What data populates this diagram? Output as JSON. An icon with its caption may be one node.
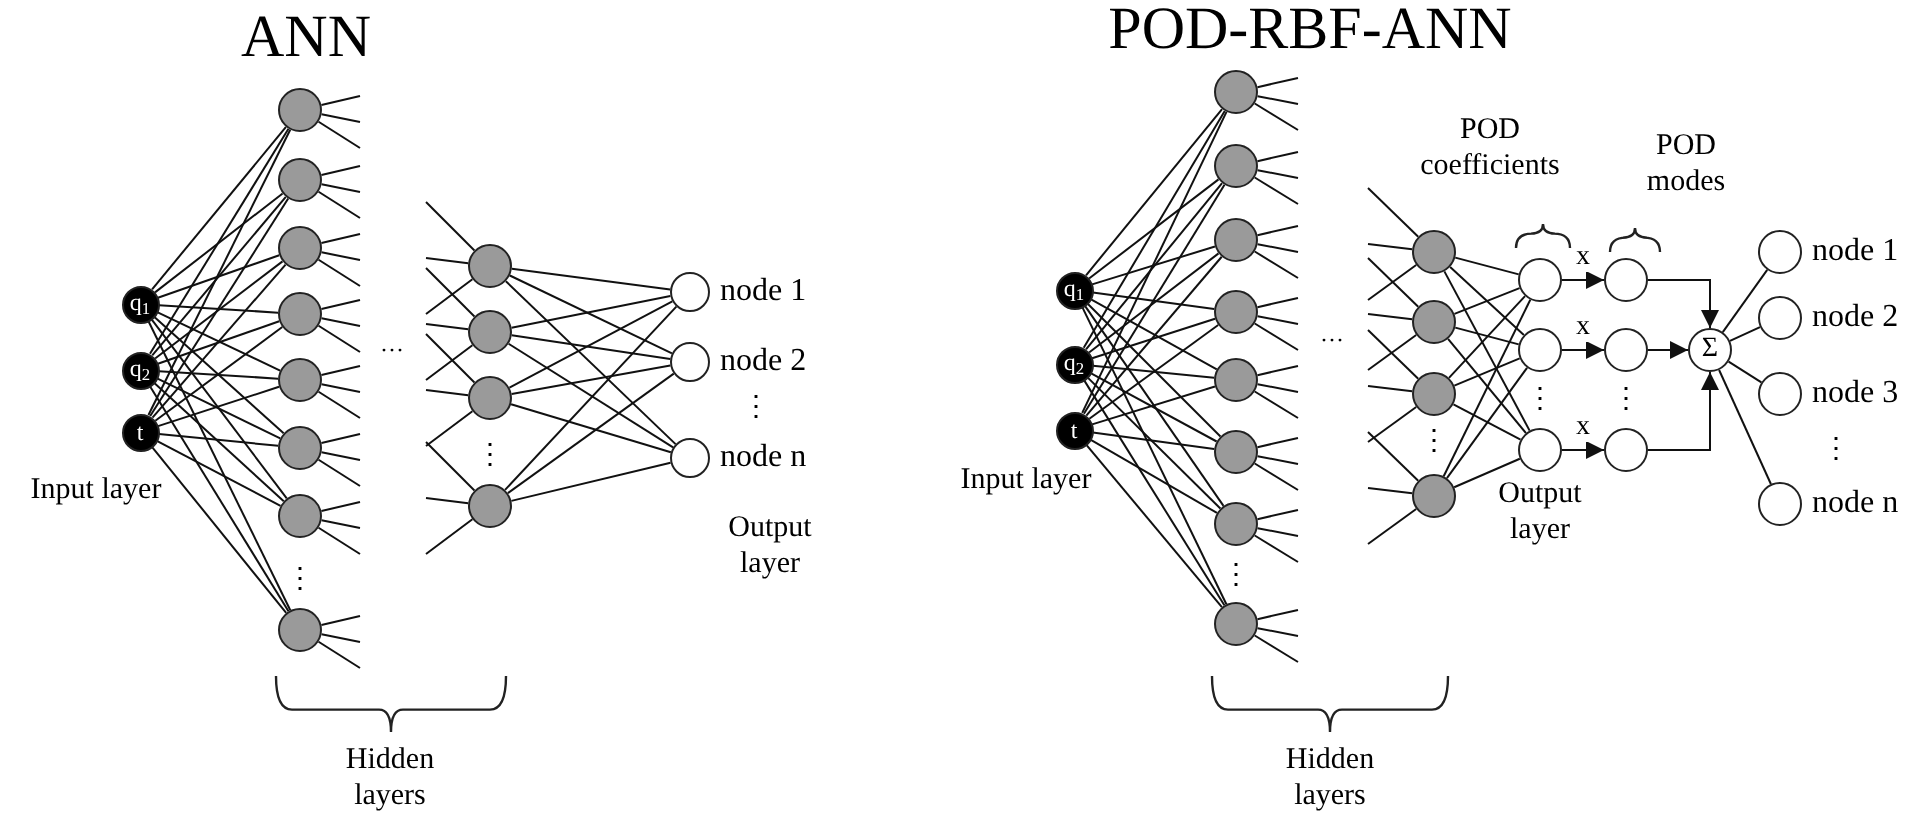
{
  "diagram": {
    "nodes": [
      {
        "text": [
          "q$_{1}$"
        ]
      },
      {
        "text": [
          "q$_{2}$"
        ]
      },
      {
        "text": [
          "t"
        ]
      },
      {
        "text": [],
        "shape": "circle"
      },
      {
        "text": [],
        "shape": "circle"
      },
      {
        "text": [],
        "shape": "circle"
      },
      {
        "text": [],
        "shape": "circle"
      },
      {
        "text": [],
        "shape": "circle"
      },
      {
        "text": [],
        "shape": "circle"
      },
      {
        "text": [],
        "shape": "circle"
      },
      {
        "text": [],
        "shape": "circle"
      },
      {
        "text": [],
        "shape": "circle"
      },
      {
        "text": [],
        "shape": "circle"
      },
      {
        "text": [],
        "shape": "circle"
      },
      {
        "text": [],
        "shape": "circle"
      },
      {
        "text": [],
        "shape": "circle",
        "beside": [
          "node 1"
        ]
      },
      {
        "text": [],
        "shape": "circle",
        "beside": [
          "node 2"
        ]
      },
      {
        "text": [],
        "shape": "circle",
        "beside": [
          "node n"
        ]
      },
      {
        "text": [
          "q$_{1}$"
        ]
      },
      {
        "text": [
          "q$_{2}$"
        ]
      },
      {
        "text": [
          "t"
        ]
      },
      {
        "text": [],
        "shape": "circle"
      },
      {
        "text": [],
        "shape": "circle"
      },
      {
        "text": [],
        "shape": "circle"
      },
      {
        "text": [],
        "shape": "circle"
      },
      {
        "text": [],
        "shape": "circle"
      },
      {
        "text": [],
        "shape": "circle"
      },
      {
        "text": [],
        "shape": "circle"
      },
      {
        "text": [],
        "shape": "circle"
      },
      {
        "text": [],
        "shape": "circle"
      },
      {
        "text": [],
        "shape": "circle"
      },
      {
        "text": [],
        "shape": "circle"
      },
      {
        "text": [],
        "shape": "circle"
      },
      {
        "text": [],
        "shape": "circle"
      },
      {
        "text": [],
        "shape": "circle"
      },
      {
        "text": [],
        "shape": "circle"
      },
      {
        "text": [],
        "shape": "circle"
      },
      {
        "text": [],
        "shape": "circle"
      },
      {
        "text": [],
        "shape": "circle"
      },
      {
        "text": [
          "Σ"
        ]
      },
      {
        "text": [],
        "shape": "circle",
        "beside": [
          "node 1"
        ]
      },
      {
        "text": [],
        "shape": "circle",
        "beside": [
          "node 2"
        ]
      },
      {
        "text": [],
        "shape": "circle",
        "beside": [
          "node 3"
        ]
      },
      {
        "text": [],
        "shape": "circle",
        "beside": [
          "node n"
        ]
      }
    ],
    "edges": [
      {
        "from": 0,
        "to": 3,
        "arrow": "none"
      },
      {
        "from": 0,
        "to": 4,
        "arrow": "none"
      },
      {
        "from": 0,
        "to": 5,
        "arrow": "none"
      },
      {
        "from": 0,
        "to": 6,
        "arrow": "none"
      },
      {
        "from": 0,
        "to": 7,
        "arrow": "none"
      },
      {
        "from": 0,
        "to": 8,
        "arrow": "none"
      },
      {
        "from": 0,
        "to": 9,
        "arrow": "none"
      },
      {
        "from": 0,
        "to": 10,
        "arrow": "none"
      },
      {
        "from": 1,
        "to": 3,
        "arrow": "none"
      },
      {
        "from": 1,
        "to": 4,
        "arrow": "none"
      },
      {
        "from": 1,
        "to": 5,
        "arrow": "none"
      },
      {
        "from": 1,
        "to": 6,
        "arrow": "none"
      },
      {
        "from": 1,
        "to": 7,
        "arrow": "none"
      },
      {
        "from": 1,
        "to": 8,
        "arrow": "none"
      },
      {
        "from": 1,
        "to": 9,
        "arrow": "none"
      },
      {
        "from": 1,
        "to": 10,
        "arrow": "none"
      },
      {
        "from": 2,
        "to": 3,
        "arrow": "none"
      },
      {
        "from": 2,
        "to": 4,
        "arrow": "none"
      },
      {
        "from": 2,
        "to": 5,
        "arrow": "none"
      },
      {
        "from": 2,
        "to": 6,
        "arrow": "none"
      },
      {
        "from": 2,
        "to": 7,
        "arrow": "none"
      },
      {
        "from": 2,
        "to": 8,
        "arrow": "none"
      },
      {
        "from": 2,
        "to": 9,
        "arrow": "none"
      },
      {
        "from": 2,
        "to": 10,
        "arrow": "none"
      },
      {
        "from": 3,
        "to": null,
        "arrow": "none"
      },
      {
        "from": 3,
        "to": null,
        "arrow": "none"
      },
      {
        "from": 3,
        "to": null,
        "arrow": "none"
      },
      {
        "from": 4,
        "to": null,
        "arrow": "none"
      },
      {
        "from": 4,
        "to": null,
        "arrow": "none"
      },
      {
        "from": 4,
        "to": null,
        "arrow": "none"
      },
      {
        "from": 5,
        "to": null,
        "arrow": "none"
      },
      {
        "from": 5,
        "to": null,
        "arrow": "none"
      },
      {
        "from": 5,
        "to": null,
        "arrow": "none"
      },
      {
        "from": 6,
        "to": null,
        "arrow": "none"
      },
      {
        "from": 6,
        "to": null,
        "arrow": "none"
      },
      {
        "from": 6,
        "to": null,
        "arrow": "none"
      },
      {
        "from": 7,
        "to": null,
        "arrow": "none"
      },
      {
        "from": 7,
        "to": null,
        "arrow": "none"
      },
      {
        "from": 7,
        "to": null,
        "arrow": "none"
      },
      {
        "from": 8,
        "to": null,
        "arrow": "none"
      },
      {
        "from": 8,
        "to": null,
        "arrow": "none"
      },
      {
        "from": 8,
        "to": null,
        "arrow": "none"
      },
      {
        "from": 9,
        "to": null,
        "arrow": "none"
      },
      {
        "from": 9,
        "to": null,
        "arrow": "none"
      },
      {
        "from": 9,
        "to": null,
        "arrow": "none"
      },
      {
        "from": 10,
        "to": null,
        "arrow": "none"
      },
      {
        "from": 10,
        "to": null,
        "arrow": "none"
      },
      {
        "from": 10,
        "to": null,
        "arrow": "none"
      },
      {
        "from": null,
        "to": 11,
        "arrow": "none"
      },
      {
        "from": null,
        "to": 11,
        "arrow": "none"
      },
      {
        "from": null,
        "to": 11,
        "arrow": "none"
      },
      {
        "from": null,
        "to": 12,
        "arrow": "none"
      },
      {
        "from": null,
        "to": 12,
        "arrow": "none"
      },
      {
        "from": null,
        "to": 12,
        "arrow": "none"
      },
      {
        "from": null,
        "to": 13,
        "arrow": "none"
      },
      {
        "from": null,
        "to": 13,
        "arrow": "none"
      },
      {
        "from": null,
        "to": 13,
        "arrow": "none"
      },
      {
        "from": null,
        "to": 14,
        "arrow": "none"
      },
      {
        "from": null,
        "to": 14,
        "arrow": "none"
      },
      {
        "from": null,
        "to": 14,
        "arrow": "none"
      },
      {
        "from": 11,
        "to": 15,
        "arrow": "none"
      },
      {
        "from": 11,
        "to": 16,
        "arrow": "none"
      },
      {
        "from": 11,
        "to": 17,
        "arrow": "none"
      },
      {
        "from": 12,
        "to": 15,
        "arrow": "none"
      },
      {
        "from": 12,
        "to": 16,
        "arrow": "none"
      },
      {
        "from": 12,
        "to": 17,
        "arrow": "none"
      },
      {
        "from": 13,
        "to": 15,
        "arrow": "none"
      },
      {
        "from": 13,
        "to": 16,
        "arrow": "none"
      },
      {
        "from": 13,
        "to": 17,
        "arrow": "none"
      },
      {
        "from": 14,
        "to": 15,
        "arrow": "none"
      },
      {
        "from": 14,
        "to": 16,
        "arrow": "none"
      },
      {
        "from": 14,
        "to": 17,
        "arrow": "none"
      },
      {
        "from": 18,
        "to": 21,
        "arrow": "none"
      },
      {
        "from": 18,
        "to": 22,
        "arrow": "none"
      },
      {
        "from": 18,
        "to": 23,
        "arrow": "none"
      },
      {
        "from": 18,
        "to": 24,
        "arrow": "none"
      },
      {
        "from": 18,
        "to": 25,
        "arrow": "none"
      },
      {
        "from": 18,
        "to": 26,
        "arrow": "none"
      },
      {
        "from": 18,
        "to": 27,
        "arrow": "none"
      },
      {
        "from": 18,
        "to": 28,
        "arrow": "none"
      },
      {
        "from": 19,
        "to": 21,
        "arrow": "none"
      },
      {
        "from": 19,
        "to": 22,
        "arrow": "none"
      },
      {
        "from": 19,
        "to": 23,
        "arrow": "none"
      },
      {
        "from": 19,
        "to": 24,
        "arrow": "none"
      },
      {
        "from": 19,
        "to": 25,
        "arrow": "none"
      },
      {
        "from": 19,
        "to": 26,
        "arrow": "none"
      },
      {
        "from": 19,
        "to": 27,
        "arrow": "none"
      },
      {
        "from": 19,
        "to": 28,
        "arrow": "none"
      },
      {
        "from": 20,
        "to": 21,
        "arrow": "none"
      },
      {
        "from": 20,
        "to": 22,
        "arrow": "none"
      },
      {
        "from": 20,
        "to": 23,
        "arrow": "none"
      },
      {
        "from": 20,
        "to": 24,
        "arrow": "none"
      },
      {
        "from": 20,
        "to": 25,
        "arrow": "none"
      },
      {
        "from": 20,
        "to": 26,
        "arrow": "none"
      },
      {
        "from": 20,
        "to": 27,
        "arrow": "none"
      },
      {
        "from": 20,
        "to": 28,
        "arrow": "none"
      },
      {
        "from": 21,
        "to": null,
        "arrow": "none"
      },
      {
        "from": 21,
        "to": null,
        "arrow": "none"
      },
      {
        "from": 21,
        "to": null,
        "arrow": "none"
      },
      {
        "from": 22,
        "to": null,
        "arrow": "none"
      },
      {
        "from": 22,
        "to": null,
        "arrow": "none"
      },
      {
        "from": 22,
        "to": null,
        "arrow": "none"
      },
      {
        "from": 23,
        "to": null,
        "arrow": "none"
      },
      {
        "from": 23,
        "to": null,
        "arrow": "none"
      },
      {
        "from": 23,
        "to": null,
        "arrow": "none"
      },
      {
        "from": 24,
        "to": null,
        "arrow": "none"
      },
      {
        "from": 24,
        "to": null,
        "arrow": "none"
      },
      {
        "from": 24,
        "to": null,
        "arrow": "none"
      },
      {
        "from": 25,
        "to": null,
        "arrow": "none"
      },
      {
        "from": 25,
        "to": null,
        "arrow": "none"
      },
      {
        "from": 25,
        "to": null,
        "arrow": "none"
      },
      {
        "from": 26,
        "to": null,
        "arrow": "none"
      },
      {
        "from": 26,
        "to": null,
        "arrow": "none"
      },
      {
        "from": 26,
        "to": null,
        "arrow": "none"
      },
      {
        "from": 27,
        "to": null,
        "arrow": "none"
      },
      {
        "from": 27,
        "to": null,
        "arrow": "none"
      },
      {
        "from": 27,
        "to": null,
        "arrow": "none"
      },
      {
        "from": 28,
        "to": null,
        "arrow": "none"
      },
      {
        "from": 28,
        "to": null,
        "arrow": "none"
      },
      {
        "from": 28,
        "to": null,
        "arrow": "none"
      },
      {
        "from": null,
        "to": 29,
        "arrow": "none"
      },
      {
        "from": null,
        "to": 29,
        "arrow": "none"
      },
      {
        "from": null,
        "to": 29,
        "arrow": "none"
      },
      {
        "from": null,
        "to": 30,
        "arrow": "none"
      },
      {
        "from": null,
        "to": 30,
        "arrow": "none"
      },
      {
        "from": null,
        "to": 30,
        "arrow": "none"
      },
      {
        "from": null,
        "to": 31,
        "arrow": "none"
      },
      {
        "from": null,
        "to": 31,
        "arrow": "none"
      },
      {
        "from": null,
        "to": 31,
        "arrow": "none"
      },
      {
        "from": null,
        "to": 32,
        "arrow": "none"
      },
      {
        "from": null,
        "to": 32,
        "arrow": "none"
      },
      {
        "from": null,
        "to": 32,
        "arrow": "none"
      },
      {
        "from": 29,
        "to": 33,
        "arrow": "none"
      },
      {
        "from": 29,
        "to": 34,
        "arrow": "none"
      },
      {
        "from": 29,
        "to": 35,
        "arrow": "none"
      },
      {
        "from": 30,
        "to": 33,
        "arrow": "none"
      },
      {
        "from": 30,
        "to": 34,
        "arrow": "none"
      },
      {
        "from": 30,
        "to": 35,
        "arrow": "none"
      },
      {
        "from": 31,
        "to": 33,
        "arrow": "none"
      },
      {
        "from": 31,
        "to": 34,
        "arrow": "none"
      },
      {
        "from": 31,
        "to": 35,
        "arrow": "none"
      },
      {
        "from": 32,
        "to": 33,
        "arrow": "none"
      },
      {
        "from": 32,
        "to": 34,
        "arrow": "none"
      },
      {
        "from": 32,
        "to": 35,
        "arrow": "none"
      },
      {
        "from": 33,
        "to": 36,
        "arrow": "to",
        "label": "x"
      },
      {
        "from": 34,
        "to": 37,
        "arrow": "to",
        "label": "x"
      },
      {
        "from": 35,
        "to": 38,
        "arrow": "to",
        "label": "x"
      },
      {
        "from": 36,
        "to": 39,
        "arrow": "to"
      },
      {
        "from": 37,
        "to": 39,
        "arrow": "to"
      },
      {
        "from": 38,
        "to": 39,
        "arrow": "to"
      },
      {
        "from": 39,
        "to": 40,
        "arrow": "none"
      },
      {
        "from": 39,
        "to": 41,
        "arrow": "none"
      },
      {
        "from": 39,
        "to": 42,
        "arrow": "none"
      },
      {
        "from": 39,
        "to": 43,
        "arrow": "none"
      }
    ],
    "labels": [
      "ANN",
      "Input layer",
      "⋮",
      "···",
      "⋮",
      "⋮",
      "Output layer",
      "Hidden layers",
      "POD-RBF-ANN",
      "POD coefficients",
      "POD modes",
      "Input layer",
      "⋮",
      "···",
      "⋮",
      "⋮",
      "⋮",
      "⋮",
      "Output layer",
      "Hidden layers"
    ]
  }
}
